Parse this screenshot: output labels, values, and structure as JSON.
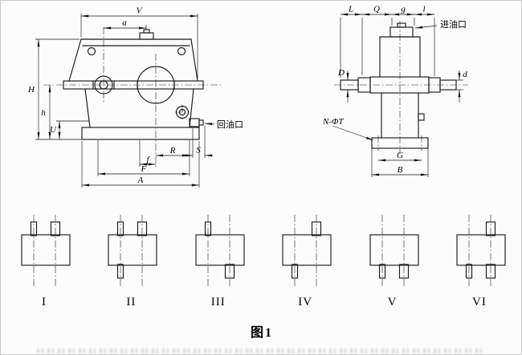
{
  "caption": "图1",
  "front_view": {
    "dims": {
      "V": "V",
      "a": "a",
      "H": "H",
      "h": "h",
      "U": "U",
      "R": "R",
      "f": "f",
      "F": "F",
      "A": "A",
      "S": "S"
    },
    "oil_return_label": "回油口"
  },
  "side_view": {
    "dims": {
      "L": "L",
      "Q": "Q",
      "g": "g",
      "l": "l",
      "D": "D",
      "d": "d",
      "G": "G",
      "B": "B"
    },
    "bolt_holes_label": "N-ΦT",
    "oil_inlet_label": "进油口"
  },
  "variants": [
    {
      "label": "I",
      "stubs": [
        "top-left",
        "top-right"
      ]
    },
    {
      "label": "II",
      "stubs": [
        "top-left",
        "top-right",
        "bottom-left"
      ]
    },
    {
      "label": "III",
      "stubs": [
        "top-left",
        "bottom-right"
      ]
    },
    {
      "label": "IV",
      "stubs": [
        "bottom-left",
        "top-right"
      ]
    },
    {
      "label": "V",
      "stubs": [
        "bottom-left",
        "bottom-right"
      ]
    },
    {
      "label": "VI",
      "stubs": [
        "top-right",
        "bottom-left",
        "bottom-right"
      ]
    }
  ]
}
